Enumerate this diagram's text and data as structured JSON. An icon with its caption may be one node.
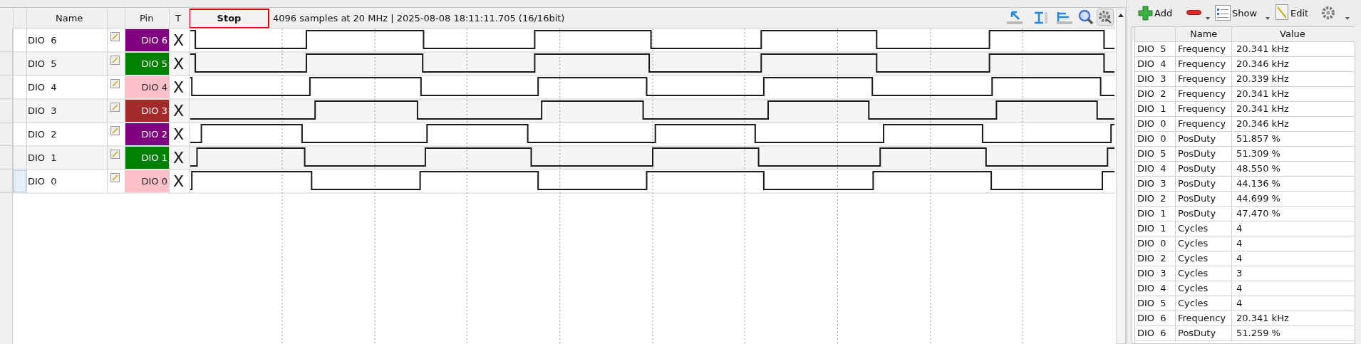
{
  "diagram": {
    "labels": [
      "Name",
      "Pin",
      "T",
      "Stop",
      "4096 samples at 20 MHz | 2025-08-08 18:11:11.705 (16/16bit)",
      "Add",
      "Show",
      "Edit",
      "Name",
      "Value",
      "DIO 6",
      "DIO 6",
      "X",
      "DIO 5",
      "DIO 5",
      "X",
      "DIO 4",
      "DIO 4",
      "X",
      "DIO 3",
      "DIO 3",
      "X",
      "DIO 2",
      "DIO 2",
      "X",
      "DIO 1",
      "DIO 1",
      "X",
      "DIO 0",
      "DIO 0",
      "X",
      "DIO 5",
      "Frequency",
      "20.341 kHz",
      "DIO 4",
      "Frequency",
      "20.346 kHz",
      "DIO 3",
      "Frequency",
      "20.339 kHz",
      "DIO 2",
      "Frequency",
      "20.341 kHz",
      "DIO 1",
      "Frequency",
      "20.341 kHz",
      "DIO 0",
      "Frequency",
      "20.346 kHz",
      "DIO 0",
      "PosDuty",
      "51.857 %",
      "DIO 5",
      "PosDuty",
      "51.309 %",
      "DIO 4",
      "PosDuty",
      "48.550 %",
      "DIO 3",
      "PosDuty",
      "44.136 %",
      "DIO 2",
      "PosDuty",
      "44.699 %",
      "DIO 1",
      "PosDuty",
      "47.470 %",
      "DIO 1",
      "Cycles",
      "4",
      "DIO 0",
      "Cycles",
      "4",
      "DIO 2",
      "Cycles",
      "4",
      "DIO 3",
      "Cycles",
      "3",
      "DIO 4",
      "Cycles",
      "4",
      "DIO 5",
      "Cycles",
      "4",
      "DIO 6",
      "Frequency",
      "20.341 kHz",
      "DIO 6",
      "PosDuty",
      "51.259 %"
    ]
  }
}
